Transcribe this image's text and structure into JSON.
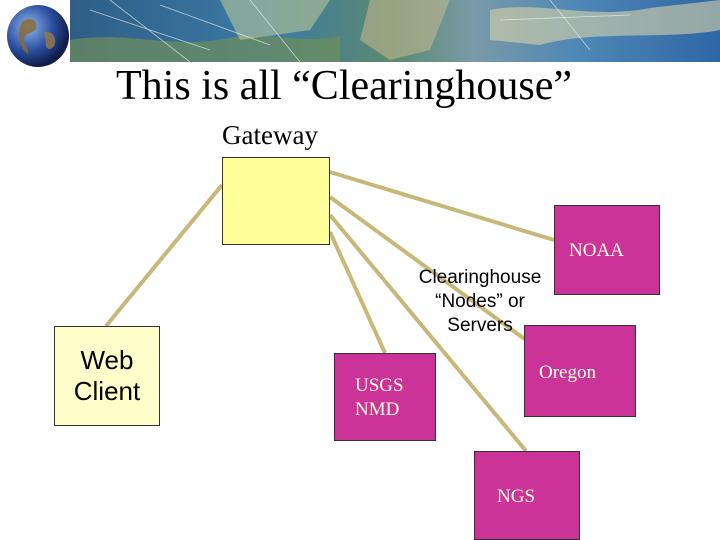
{
  "title": "This is all “Clearinghouse”",
  "gateway": {
    "label": "Gateway"
  },
  "web_client": {
    "label": "Web\nClient"
  },
  "nodes_caption": "Clearinghouse\n“Nodes” or\nServers",
  "nodes": {
    "noaa": "NOAA",
    "oregon": "Oregon",
    "usgs": "USGS\nNMD",
    "ngs": "NGS"
  },
  "colors": {
    "gateway_fill": "#ffff99",
    "web_client_fill": "#ffffcc",
    "node_fill": "#cc3399",
    "node_text": "#ffffdd",
    "connector": "#c8b878"
  },
  "icons": {
    "logo": "globe-icon",
    "banner": "map-banner-image"
  }
}
